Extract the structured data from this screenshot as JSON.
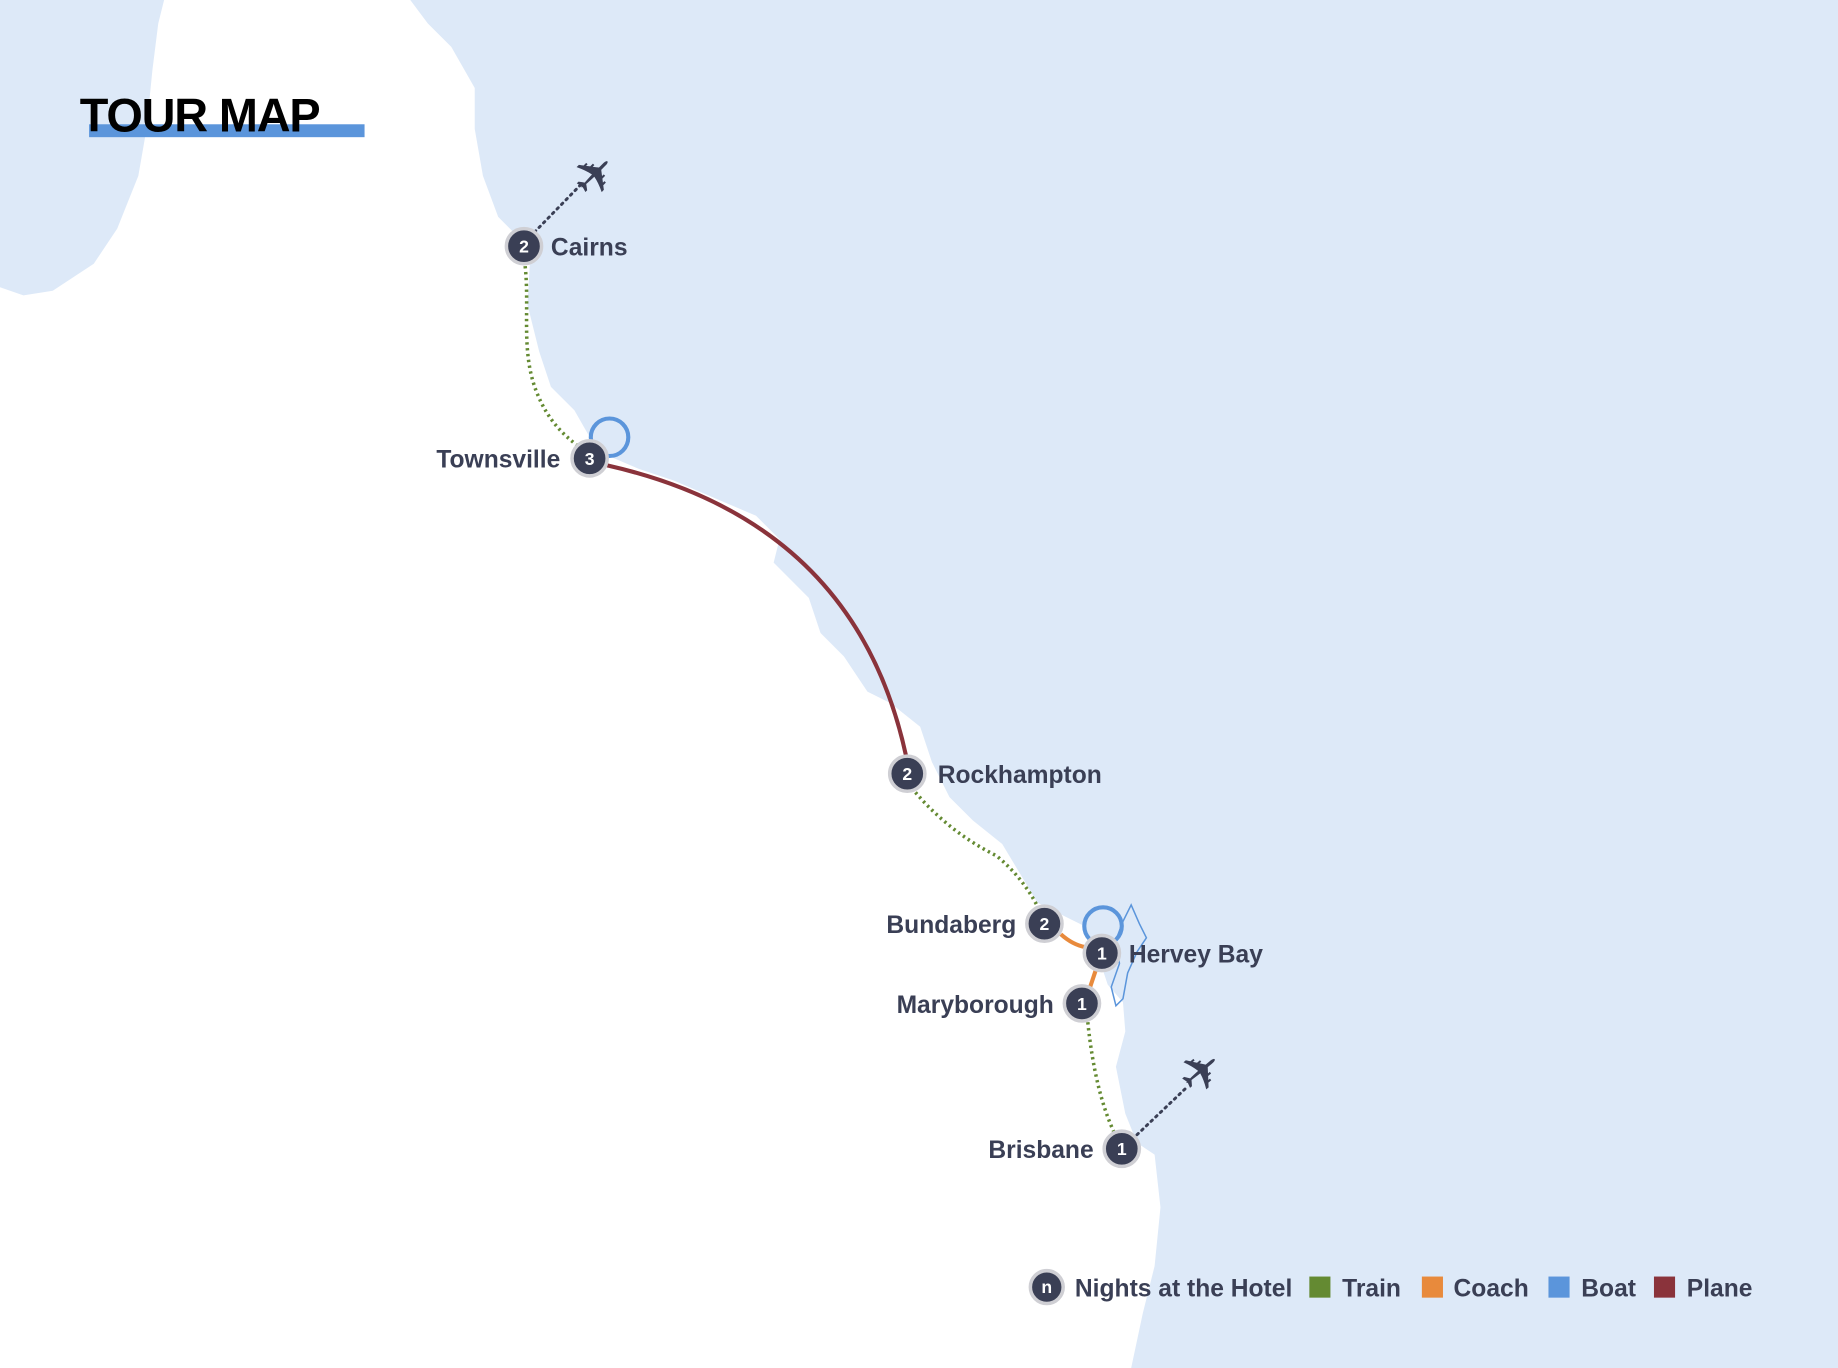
{
  "title": "TOUR MAP",
  "colors": {
    "sea": "#dde9f8",
    "land": "#ffffff",
    "train": "#648a32",
    "coach": "#e88a3c",
    "boat": "#5b95db",
    "plane": "#8a333b",
    "marker": "#3a3f55",
    "title_underline": "#5b95db"
  },
  "stops": [
    {
      "name": "Cairns",
      "nights": "2"
    },
    {
      "name": "Townsville",
      "nights": "3"
    },
    {
      "name": "Rockhampton",
      "nights": "2"
    },
    {
      "name": "Bundaberg",
      "nights": "2"
    },
    {
      "name": "Hervey Bay",
      "nights": "1"
    },
    {
      "name": "Maryborough",
      "nights": "1"
    },
    {
      "name": "Brisbane",
      "nights": "1"
    }
  ],
  "legend": {
    "marker_symbol": "n",
    "nights_label": "Nights at the Hotel",
    "train": "Train",
    "coach": "Coach",
    "boat": "Boat",
    "plane": "Plane"
  },
  "icons": {
    "plane": "✈"
  }
}
